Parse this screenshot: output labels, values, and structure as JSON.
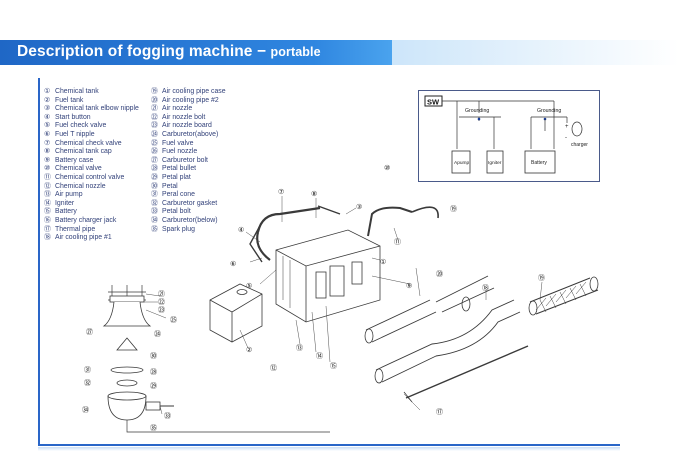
{
  "header": {
    "title": "Description of fogging machine",
    "dash": "−",
    "subtitle": "portable"
  },
  "parts_left": [
    {
      "no": "①",
      "name": "Chemical tank"
    },
    {
      "no": "②",
      "name": "Fuel tank"
    },
    {
      "no": "③",
      "name": "Chemical tank elbow nipple"
    },
    {
      "no": "④",
      "name": "Start button"
    },
    {
      "no": "⑤",
      "name": "Fuel check valve"
    },
    {
      "no": "⑥",
      "name": "Fuel T nipple"
    },
    {
      "no": "⑦",
      "name": "Chemical check valve"
    },
    {
      "no": "⑧",
      "name": "Chemical tank cap"
    },
    {
      "no": "⑨",
      "name": "Battery case"
    },
    {
      "no": "⑩",
      "name": "Chemical valve"
    },
    {
      "no": "⑪",
      "name": "Chemical control valve"
    },
    {
      "no": "⑫",
      "name": "Chemical nozzle"
    },
    {
      "no": "⑬",
      "name": "Air pump"
    },
    {
      "no": "⑭",
      "name": "Igniter"
    },
    {
      "no": "⑮",
      "name": "Battery"
    },
    {
      "no": "⑯",
      "name": "Battery charger jack"
    },
    {
      "no": "⑰",
      "name": "Thermal pipe"
    },
    {
      "no": "⑱",
      "name": "Air cooling pipe #1"
    }
  ],
  "parts_right": [
    {
      "no": "⑲",
      "name": "Air cooling pipe case"
    },
    {
      "no": "⑳",
      "name": "Air cooling pipe #2"
    },
    {
      "no": "㉑",
      "name": "Air nozzle"
    },
    {
      "no": "㉒",
      "name": "Air nozzle bolt"
    },
    {
      "no": "㉓",
      "name": "Air nozzle board"
    },
    {
      "no": "㉔",
      "name": "Carburetor(above)"
    },
    {
      "no": "㉕",
      "name": "Fuel valve"
    },
    {
      "no": "㉖",
      "name": "Fuel nozzle"
    },
    {
      "no": "㉗",
      "name": "Carburetor bolt"
    },
    {
      "no": "㉘",
      "name": "Petal bullet"
    },
    {
      "no": "㉙",
      "name": "Petal plat"
    },
    {
      "no": "㉚",
      "name": "Petal"
    },
    {
      "no": "㉛",
      "name": "Peral cone"
    },
    {
      "no": "㉜",
      "name": "Carburetor gasket"
    },
    {
      "no": "㉝",
      "name": "Petal bolt"
    },
    {
      "no": "㉞",
      "name": "Carburetor(below)"
    },
    {
      "no": "㉟",
      "name": "Spark plug"
    }
  ],
  "wiring": {
    "switch_label": "SW",
    "grounding_1": "Grounding",
    "grounding_2": "Grounding",
    "plus": "+",
    "minus": "-",
    "charger": "charger",
    "component_1": "Apump",
    "component_2": "Igniter",
    "component_3": "Battery"
  },
  "callouts": {
    "c1": "①",
    "c2": "②",
    "c3": "③",
    "c4": "④",
    "c5": "⑤",
    "c6": "⑥",
    "c7": "⑦",
    "c8": "⑧",
    "c9": "⑨",
    "c10": "⑩",
    "c11": "⑪",
    "c12": "⑫",
    "c13": "⑬",
    "c14": "⑭",
    "c15": "⑮",
    "c16": "⑯",
    "c17": "⑰",
    "c18": "⑱",
    "c19": "⑲",
    "c20": "⑳",
    "c21": "㉑",
    "c22": "㉒",
    "c23": "㉓",
    "c24": "㉔",
    "c25": "㉕",
    "c27": "㉗",
    "c28": "㉘",
    "c29": "㉙",
    "c30": "㉚",
    "c31": "㉛",
    "c32": "㉜",
    "c33": "㉝",
    "c34": "㉞",
    "c35": "㉟"
  }
}
